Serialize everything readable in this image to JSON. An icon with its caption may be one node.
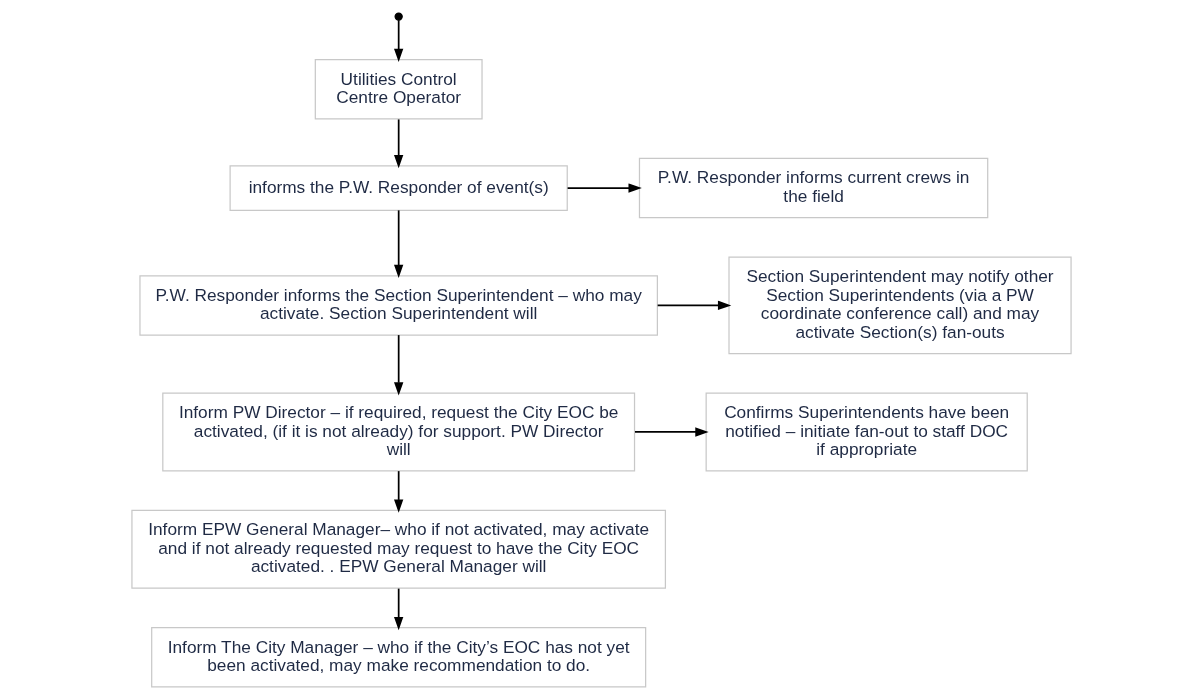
{
  "diagram": {
    "nodes": [
      {
        "text": [
          "Utilities Control Centre Operator"
        ]
      },
      {
        "text": [
          "informs the P.W. Responder of event(s)"
        ]
      },
      {
        "text": [
          "P.W. Responder informs current crews in the field"
        ]
      },
      {
        "text": [
          "P.W. Responder informs the Section Superintendent – who may activate. Section Superintendent will"
        ]
      },
      {
        "text": [
          "Section Superintendent may notify other Section Superintendents (via a PW coordinate conference call) and may activate Section(s) fan-outs"
        ]
      },
      {
        "text": [
          "Inform PW Director – if required, request the City EOC be activated, (if it is not already) for support. PW Director will"
        ]
      },
      {
        "text": [
          "Confirms Superintendents have been notified – initiate fan-out to staff DOC if appropriate"
        ]
      },
      {
        "text": [
          "Inform EPW General Manager– who if not activated, may activate and if not already requested may request to have the City EOC activated. . EPW General Manager will"
        ]
      },
      {
        "text": [
          "Inform The City Manager – who if the City’s EOC has not yet been activated, may make recommendation to do."
        ]
      }
    ],
    "edges": [
      {
        "from": null,
        "to": 0,
        "arrow": "to"
      },
      {
        "from": 0,
        "to": 1,
        "arrow": "to"
      },
      {
        "from": 1,
        "to": 2,
        "arrow": "to"
      },
      {
        "from": 1,
        "to": 3,
        "arrow": "to"
      },
      {
        "from": 3,
        "to": 4,
        "arrow": "to"
      },
      {
        "from": 3,
        "to": 5,
        "arrow": "to"
      },
      {
        "from": 5,
        "to": 6,
        "arrow": "to"
      },
      {
        "from": 5,
        "to": 7,
        "arrow": "to"
      },
      {
        "from": 7,
        "to": 8,
        "arrow": "to"
      }
    ]
  }
}
